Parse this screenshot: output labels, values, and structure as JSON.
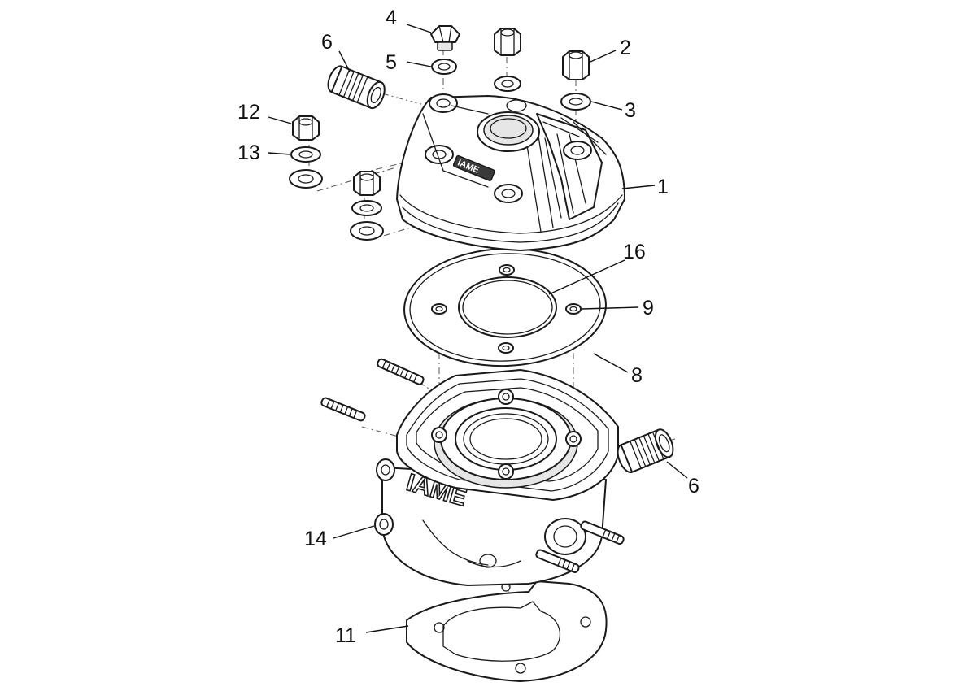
{
  "diagram": {
    "brand_logo": "IAME",
    "callouts": [
      {
        "id": "c1",
        "label": "1"
      },
      {
        "id": "c2",
        "label": "2"
      },
      {
        "id": "c3",
        "label": "3"
      },
      {
        "id": "c4",
        "label": "4"
      },
      {
        "id": "c5",
        "label": "5"
      },
      {
        "id": "c6a",
        "label": "6"
      },
      {
        "id": "c6b",
        "label": "6"
      },
      {
        "id": "c8",
        "label": "8"
      },
      {
        "id": "c9",
        "label": "9"
      },
      {
        "id": "c11",
        "label": "11"
      },
      {
        "id": "c12",
        "label": "12"
      },
      {
        "id": "c13",
        "label": "13"
      },
      {
        "id": "c14",
        "label": "14"
      },
      {
        "id": "c16",
        "label": "16"
      }
    ]
  }
}
